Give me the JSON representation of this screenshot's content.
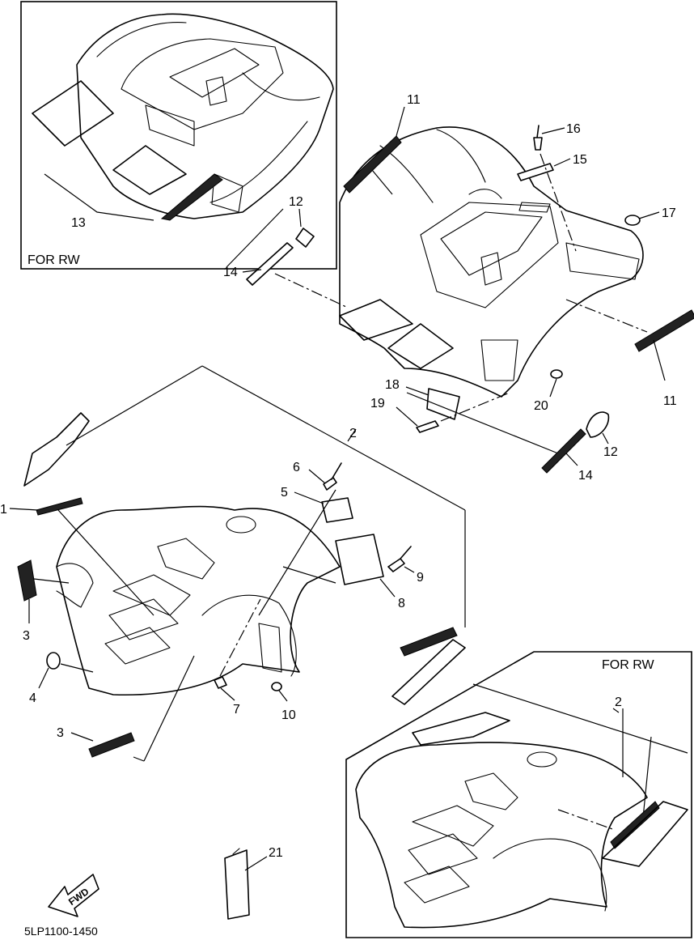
{
  "diagram": {
    "drawing_code": "5LP1100-1450",
    "variant_label_top": "FOR RW",
    "variant_label_bottom": "FOR RW",
    "fwd_label": "FWD",
    "callouts": {
      "c1": "1",
      "c2": "2",
      "c2b": "2",
      "c3a": "3",
      "c3b": "3",
      "c4": "4",
      "c5": "5",
      "c6": "6",
      "c7": "7",
      "c8": "8",
      "c9": "9",
      "c10": "10",
      "c11a": "11",
      "c11b": "11",
      "c12a": "12",
      "c12b": "12",
      "c13": "13",
      "c14a": "14",
      "c14b": "14",
      "c15": "15",
      "c16": "16",
      "c17": "17",
      "c18": "18",
      "c19": "19",
      "c20": "20",
      "c21": "21"
    }
  }
}
